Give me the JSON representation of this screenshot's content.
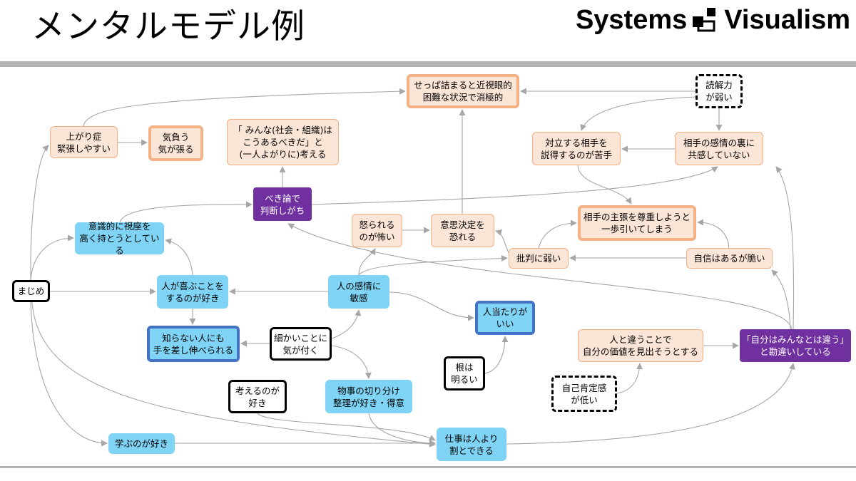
{
  "header": {
    "title": "メンタルモデル例",
    "logo": {
      "word_left": "Systems",
      "icon": "squares-logo-icon",
      "word_right": "Visualism"
    }
  },
  "colors": {
    "peach_fill": "#fbe5d6",
    "peach_border": "#f4b183",
    "blue_fill": "#7fd3f4",
    "blue_border": "#4472c4",
    "purple_fill": "#7030a0",
    "rule_gray": "#b3b3b3",
    "arrow_gray": "#a6a6a6",
    "ink": "#000000"
  },
  "nodes": {
    "seppa": "せっぱ詰まると近視眼的\n困難な状況で消極的",
    "dokkai": "読解力\nが弱い",
    "agarisho": "上がり症\n緊張しやすい",
    "kioi": "気負う\n気が張る",
    "minna": "「 みんな(社会・組織)は\nこうあるべきだ」と\n(一人よがりに)考える",
    "tairitsu": "対立する相手を\n説得するのが苦手",
    "kanjo_ura": "相手の感情の裏に\n共感していない",
    "bekiron": "べき論で\n判断しがち",
    "okorareru": "怒られる\nのが怖い",
    "ishikettei": "意思決定を\n恐れる",
    "shucho": "相手の主張を尊重しようと\n一歩引いてしまう",
    "shiza": "意識的に視座を\n高く持とうとしている",
    "hihan": "批判に弱い",
    "jishin": "自信はあるが脆い",
    "majime": "まじめ",
    "yorokobu": "人が喜ぶことを\nするのが好き",
    "binkan": "人の感情に\n敏感",
    "hitoatari": "人当たりが\nいい",
    "shiranai": "知らない人にも\n手を差し伸べられる",
    "komakai": "細かいことに\n気が付く",
    "hito_chigau": "人と違うことで\n自分の価値を見出そうとする",
    "jibun_chigau": "「自分はみんなとは違う」\nと勘違いしている",
    "newa": "根は\n明るい",
    "kangaeru": "考えるのが\n好き",
    "monogoto": "物事の切り分け\n整理が好き・得意",
    "jikokotei": "自己肯定感\nが低い",
    "manabu": "学ぶのが好き",
    "shigoto": "仕事は人より\n割とできる"
  }
}
